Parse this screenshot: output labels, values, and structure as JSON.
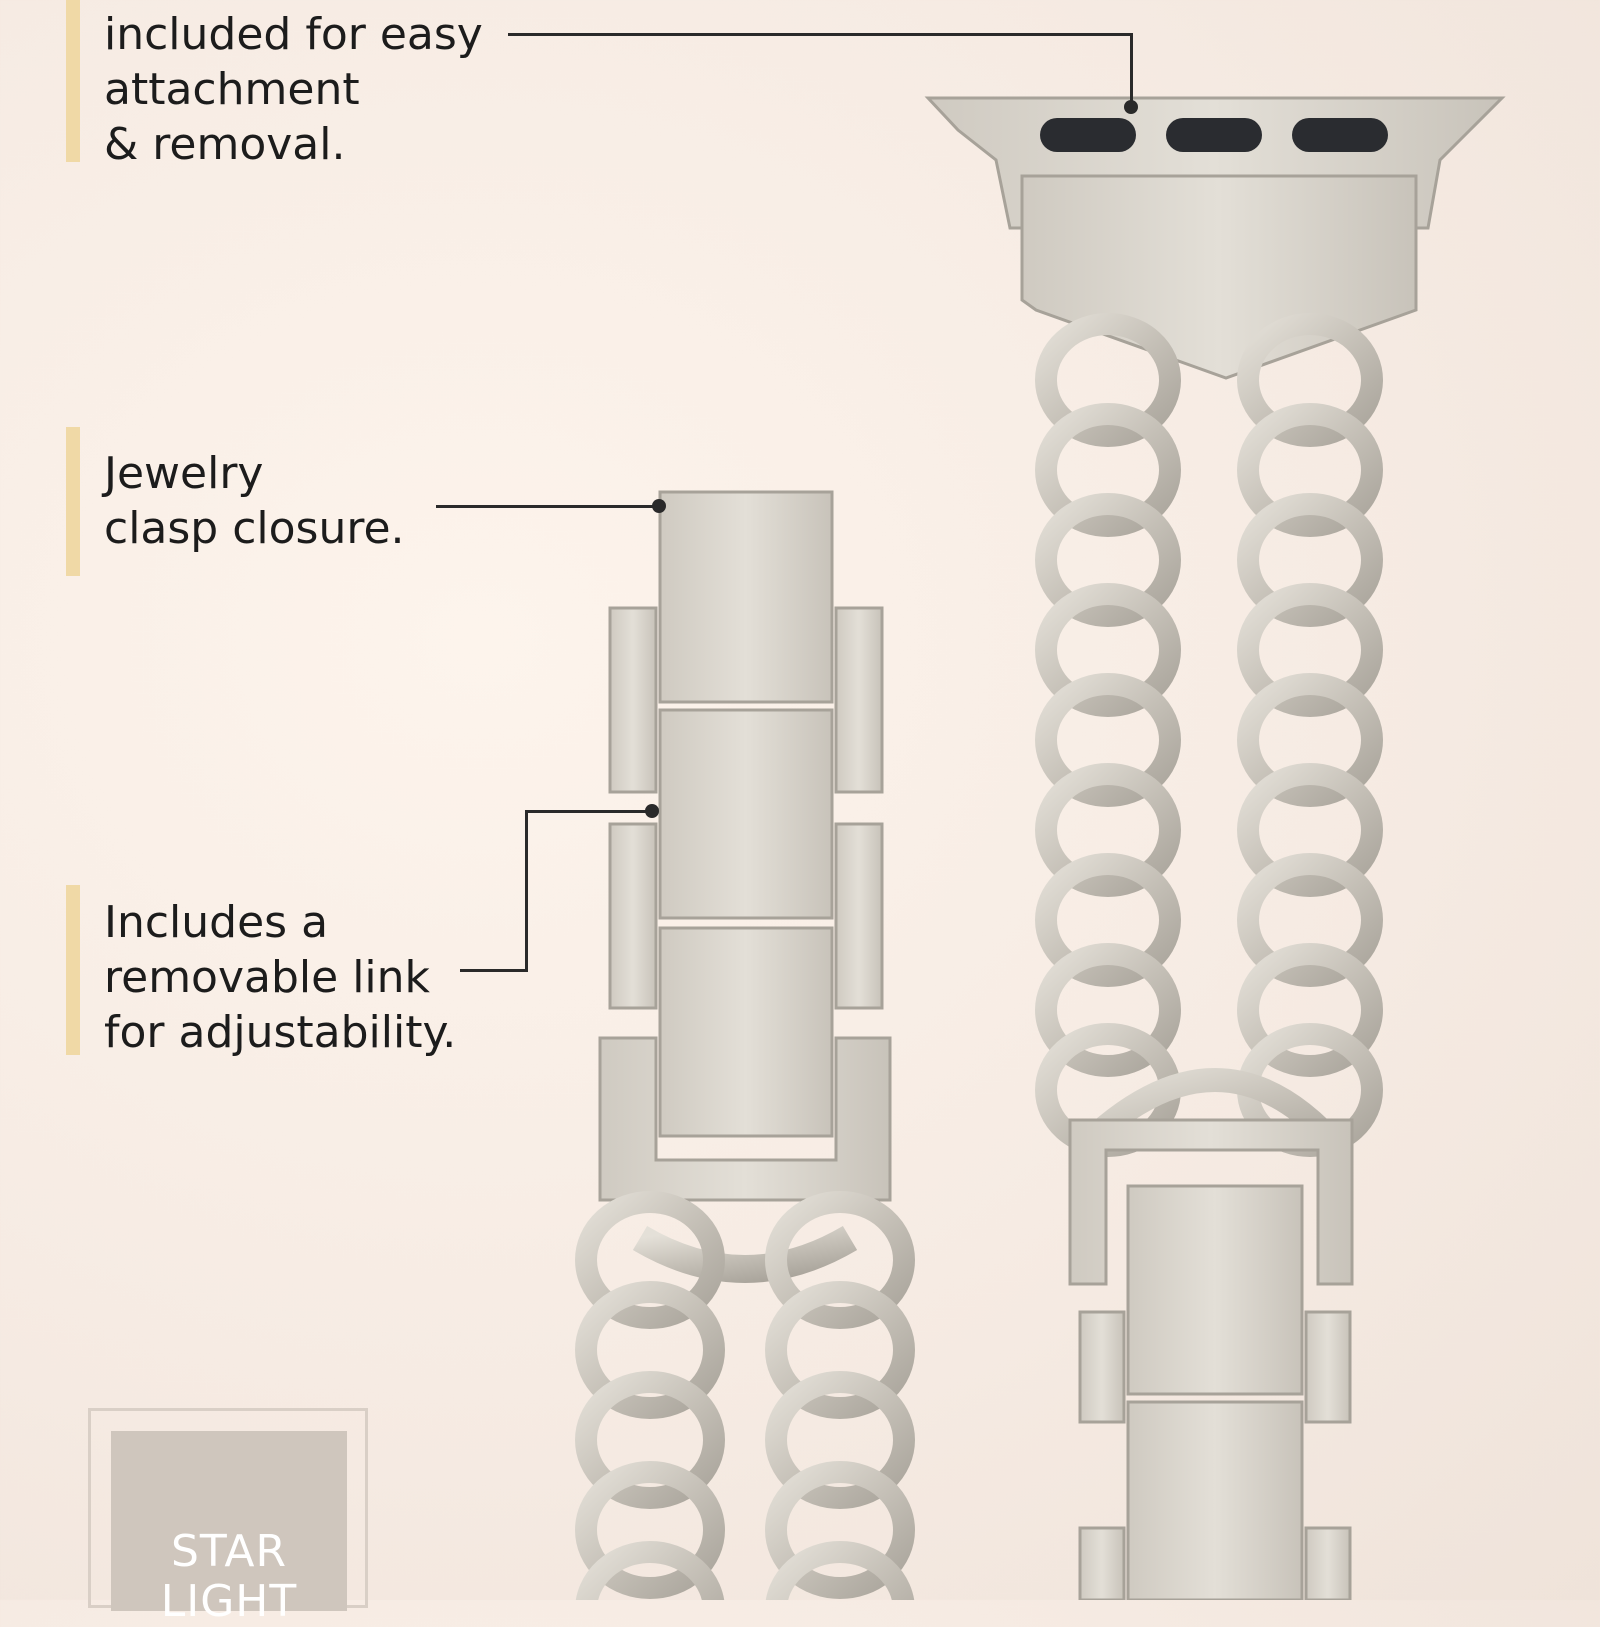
{
  "callouts": {
    "attach": {
      "lines": [
        "included for easy",
        "attachment",
        "& removal."
      ]
    },
    "clasp": {
      "lines": [
        "Jewelry",
        "clasp closure."
      ]
    },
    "link": {
      "lines": [
        "Includes a",
        "removable link",
        "for adjustability."
      ]
    }
  },
  "color_tag": {
    "lines": [
      "STAR",
      "LIGHT"
    ]
  },
  "colors": {
    "accent": "#f0d9a6",
    "metal": "#c9c4bc",
    "background": "#f6ebe3",
    "tag": "#cfc6bd"
  }
}
